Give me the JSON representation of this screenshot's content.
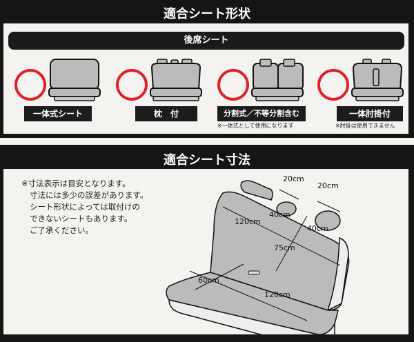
{
  "shape_section": {
    "title": "適合シート形状",
    "subtitle": "後席シート",
    "items": [
      {
        "label": "一体式シート",
        "note": ""
      },
      {
        "label": "枕　付",
        "note": ""
      },
      {
        "label": "分割式／不等分割含む",
        "note": "※一体式として使用になります"
      },
      {
        "label": "一体肘掛付",
        "note": "※肘掛は使用できません"
      }
    ],
    "accent_color": "#e0202a"
  },
  "size_section": {
    "title": "適合シート寸法",
    "notes": [
      "※寸法表示は目安となります。",
      "寸法には多少の誤差があります。",
      "シート形状によっては取付けの",
      "できないシートもあります。",
      "ご了承ください。"
    ],
    "dimensions": {
      "headrest1_width": "20cm",
      "headrest1_circ": "40cm",
      "headrest2_width": "20cm",
      "headrest2_circ": "40cm",
      "back_width": "120cm",
      "back_height": "75cm",
      "seat_depth": "60cm",
      "seat_width": "120cm"
    }
  }
}
